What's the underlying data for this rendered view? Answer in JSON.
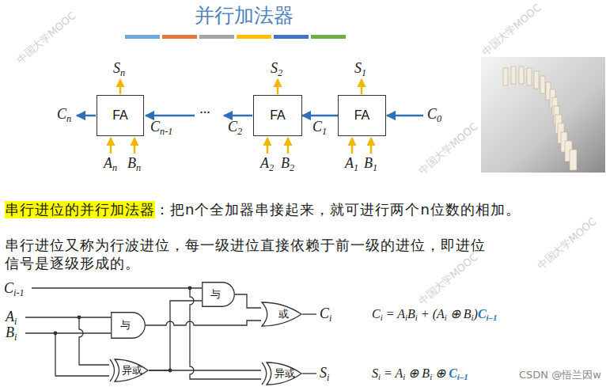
{
  "diagram": {
    "title": "并行加法器",
    "nodes": [
      {
        "text": [
          "FA"
        ]
      },
      {
        "text": [
          "FA"
        ]
      },
      {
        "text": [
          "FA"
        ]
      },
      {
        "text": [
          "与"
        ]
      },
      {
        "text": [
          "与"
        ]
      },
      {
        "text": [
          "或"
        ]
      },
      {
        "text": [
          "异或"
        ]
      },
      {
        "text": [
          "异或"
        ]
      }
    ],
    "edges": [
      {
        "from": 2,
        "to": 1,
        "arrow": "to",
        "label": "C1"
      },
      {
        "from": 3,
        "to": 5,
        "arrow": "none"
      },
      {
        "from": 4,
        "to": 5,
        "arrow": "none"
      },
      {
        "from": 6,
        "to": 3,
        "arrow": "none"
      },
      {
        "from": 6,
        "to": 7,
        "arrow": "none"
      }
    ],
    "labels": [
      "Sn",
      "S2",
      "S1",
      "Cn",
      "Cn-1",
      "···",
      "C2",
      "C0",
      "An",
      "Bn",
      "A2",
      "B2",
      "A1",
      "B1",
      "串行进位的并行加法器",
      "：把n个全加器串接起来，就可进行两个n位数的相加。",
      "串行进位又称为行波进位，每一级进位直接依赖于前一级的进位，即进位信号是逐级形成的。",
      "Ci-1",
      "Ai",
      "Bi",
      "Ci",
      "Si",
      "Ci = AiBi + (Ai ⊕ Bi)Ci–1",
      "Si = Ai ⊕ Bi ⊕ Ci–1",
      "中国大学MOOC",
      "中国大学MOOC",
      "中国大学MOOC",
      "中国大学MOOC",
      "中国大学MOOC",
      "CSDN @悟兰因w"
    ]
  }
}
